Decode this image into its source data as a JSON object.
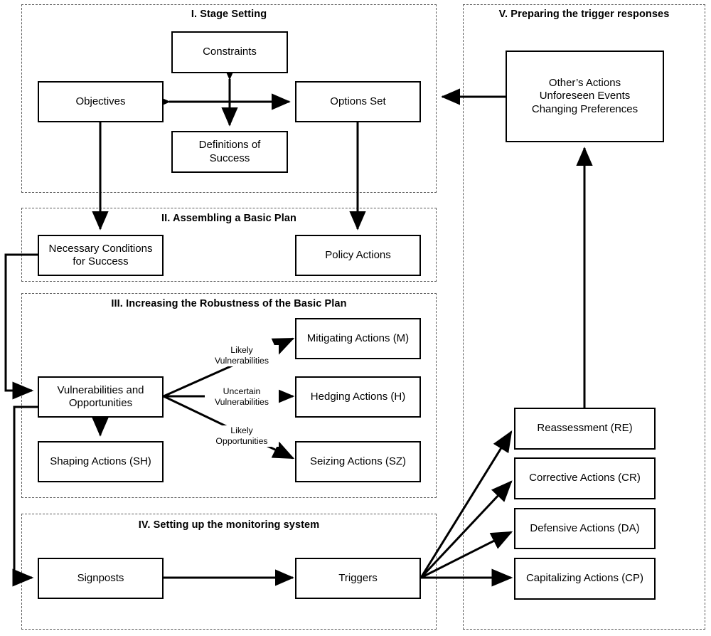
{
  "diagram": {
    "title": "Assumption-Based Planning process diagram",
    "panels": [
      {
        "id": "panel-1",
        "label": "I. Stage Setting"
      },
      {
        "id": "panel-2",
        "label": "II. Assembling a Basic Plan"
      },
      {
        "id": "panel-3",
        "label": "III. Increasing the Robustness of the Basic Plan"
      },
      {
        "id": "panel-4",
        "label": "IV. Setting up the monitoring system"
      },
      {
        "id": "panel-5",
        "label": "V. Preparing the trigger responses"
      }
    ],
    "nodes": [
      {
        "id": "constraints",
        "label": "Constraints"
      },
      {
        "id": "objectives",
        "label": "Objectives"
      },
      {
        "id": "options-set",
        "label": "Options Set"
      },
      {
        "id": "definitions-of-success",
        "label": "Definitions of\nSuccess"
      },
      {
        "id": "necessary-conditions",
        "label": "Necessary Conditions\nfor Success"
      },
      {
        "id": "policy-actions",
        "label": "Policy Actions"
      },
      {
        "id": "vulnerabilities-opportunities",
        "label": "Vulnerabilities and\nOpportunities"
      },
      {
        "id": "shaping-actions",
        "label": "Shaping Actions (SH)"
      },
      {
        "id": "mitigating-actions",
        "label": "Mitigating Actions (M)"
      },
      {
        "id": "hedging-actions",
        "label": "Hedging Actions (H)"
      },
      {
        "id": "seizing-actions",
        "label": "Seizing Actions (SZ)"
      },
      {
        "id": "signposts",
        "label": "Signposts"
      },
      {
        "id": "triggers",
        "label": "Triggers"
      },
      {
        "id": "others-actions",
        "label": "Other’s Actions\nUnforeseen Events\nChanging Preferences"
      },
      {
        "id": "reassessment",
        "label": "Reassessment (RE)"
      },
      {
        "id": "corrective-actions",
        "label": "Corrective Actions (CR)"
      },
      {
        "id": "defensive-actions",
        "label": "Defensive Actions (DA)"
      },
      {
        "id": "capitalizing-actions",
        "label": "Capitalizing Actions (CP)"
      }
    ],
    "edge_labels": [
      {
        "id": "likely-vulnerabilities",
        "label": "Likely\nVulnerabilities"
      },
      {
        "id": "uncertain-vulnerabilities",
        "label": "Uncertain\nVulnerabilities"
      },
      {
        "id": "likely-opportunities",
        "label": "Likely\nOpportunities"
      }
    ],
    "colors": {
      "stroke": "#000000",
      "panel_border": "#5a5a5a",
      "background": "#ffffff"
    }
  }
}
